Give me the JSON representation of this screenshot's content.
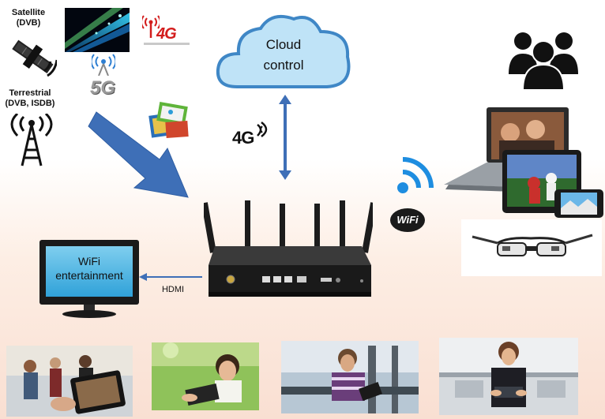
{
  "sources": {
    "satellite": {
      "name": "Satellite",
      "type": "(DVB)"
    },
    "terrestrial": {
      "name": "Terrestrial",
      "type": "(DVB, ISDB)"
    },
    "cell_4g_badge": "4G",
    "cell_5g_badge": "5G"
  },
  "cloud": {
    "line1": "Cloud",
    "line2": "control"
  },
  "link_4g": "4G",
  "tv": {
    "line1": "WiFi",
    "line2": "entertainment"
  },
  "hdmi_label": "HDMI",
  "wifi_badge": "WiFi",
  "colors": {
    "arrow_blue": "#3e6fb7",
    "cloud_fill": "#bfe3f7",
    "cloud_stroke": "#3f87c6",
    "wifi_blue": "#1e8de0",
    "device_black": "#1c1c1c"
  }
}
